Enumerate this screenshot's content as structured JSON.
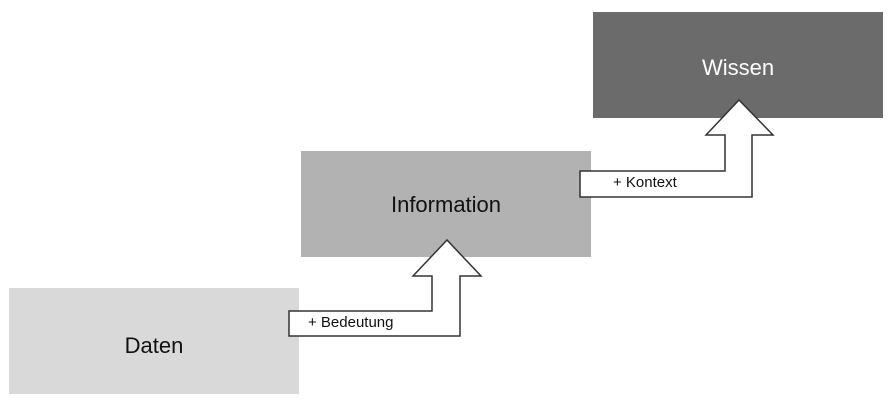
{
  "boxes": {
    "daten": {
      "label": "Daten",
      "color": "#d9d9d9"
    },
    "information": {
      "label": "Information",
      "color": "#b2b2b2"
    },
    "wissen": {
      "label": "Wissen",
      "color": "#6b6b6b"
    }
  },
  "arrows": {
    "bedeutung": {
      "label": "+ Bedeutung"
    },
    "kontext": {
      "label": "+ Kontext"
    }
  }
}
